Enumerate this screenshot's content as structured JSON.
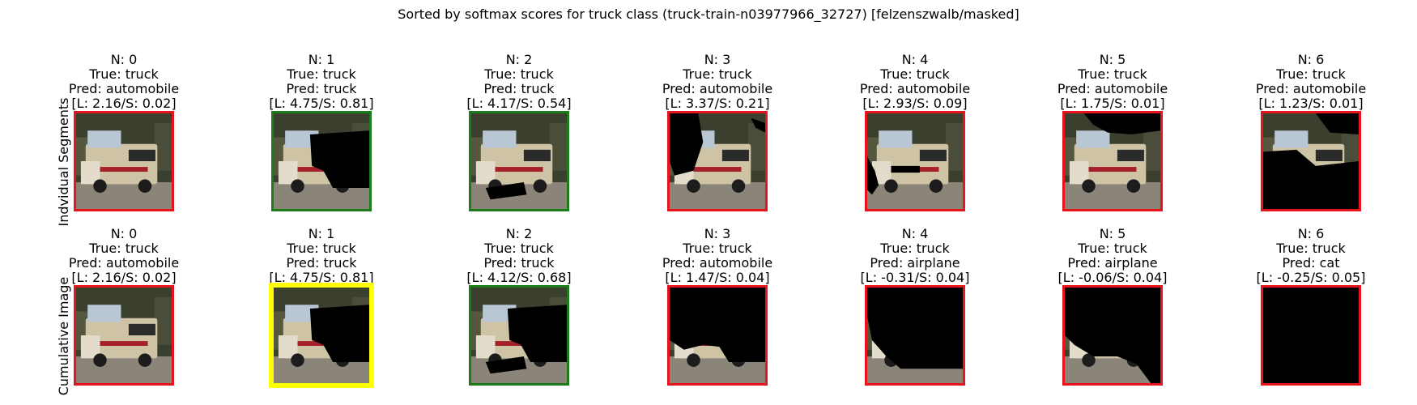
{
  "title": "Sorted by softmax scores for truck class (truck-train-n03977966_32727) [felzenszwalb/masked]",
  "row_labels": [
    "Indvidual Segments",
    "Cumulative Image"
  ],
  "colors": {
    "wrong": "#e8141c",
    "right": "#1a7d1a",
    "best": "#ffff00"
  },
  "rows": [
    {
      "cells": [
        {
          "n": "N: 0",
          "true": "True: truck",
          "pred": "Pred: automobile",
          "score": "[L: 2.16/S: 0.02]",
          "status": "wrong",
          "mask": "none"
        },
        {
          "n": "N: 1",
          "true": "True: truck",
          "pred": "Pred: truck",
          "score": "[L: 4.75/S: 0.81]",
          "status": "right",
          "mask": "top-right"
        },
        {
          "n": "N: 2",
          "true": "True: truck",
          "pred": "Pred: truck",
          "score": "[L: 4.17/S: 0.54]",
          "status": "right",
          "mask": "bottom-strip"
        },
        {
          "n": "N: 3",
          "true": "True: truck",
          "pred": "Pred: automobile",
          "score": "[L: 3.37/S: 0.21]",
          "status": "wrong",
          "mask": "top-left"
        },
        {
          "n": "N: 4",
          "true": "True: truck",
          "pred": "Pred: automobile",
          "score": "[L: 2.93/S: 0.09]",
          "status": "wrong",
          "mask": "side-strip"
        },
        {
          "n": "N: 5",
          "true": "True: truck",
          "pred": "Pred: automobile",
          "score": "[L: 1.75/S: 0.01]",
          "status": "wrong",
          "mask": "top-band"
        },
        {
          "n": "N: 6",
          "true": "True: truck",
          "pred": "Pred: automobile",
          "score": "[L: 1.23/S: 0.01]",
          "status": "wrong",
          "mask": "bottom-half"
        }
      ]
    },
    {
      "cells": [
        {
          "n": "N: 0",
          "true": "True: truck",
          "pred": "Pred: automobile",
          "score": "[L: 2.16/S: 0.02]",
          "status": "wrong",
          "mask": "none"
        },
        {
          "n": "N: 1",
          "true": "True: truck",
          "pred": "Pred: truck",
          "score": "[L: 4.75/S: 0.81]",
          "status": "best",
          "mask": "top-right"
        },
        {
          "n": "N: 2",
          "true": "True: truck",
          "pred": "Pred: truck",
          "score": "[L: 4.12/S: 0.68]",
          "status": "right",
          "mask": "cum-2"
        },
        {
          "n": "N: 3",
          "true": "True: truck",
          "pred": "Pred: automobile",
          "score": "[L: 1.47/S: 0.04]",
          "status": "wrong",
          "mask": "cum-3"
        },
        {
          "n": "N: 4",
          "true": "True: truck",
          "pred": "Pred: airplane",
          "score": "[L: -0.31/S: 0.04]",
          "status": "wrong",
          "mask": "cum-4"
        },
        {
          "n": "N: 5",
          "true": "True: truck",
          "pred": "Pred: airplane",
          "score": "[L: -0.06/S: 0.04]",
          "status": "wrong",
          "mask": "cum-5"
        },
        {
          "n": "N: 6",
          "true": "True: truck",
          "pred": "Pred: cat",
          "score": "[L: -0.25/S: 0.05]",
          "status": "wrong",
          "mask": "all"
        }
      ]
    }
  ]
}
